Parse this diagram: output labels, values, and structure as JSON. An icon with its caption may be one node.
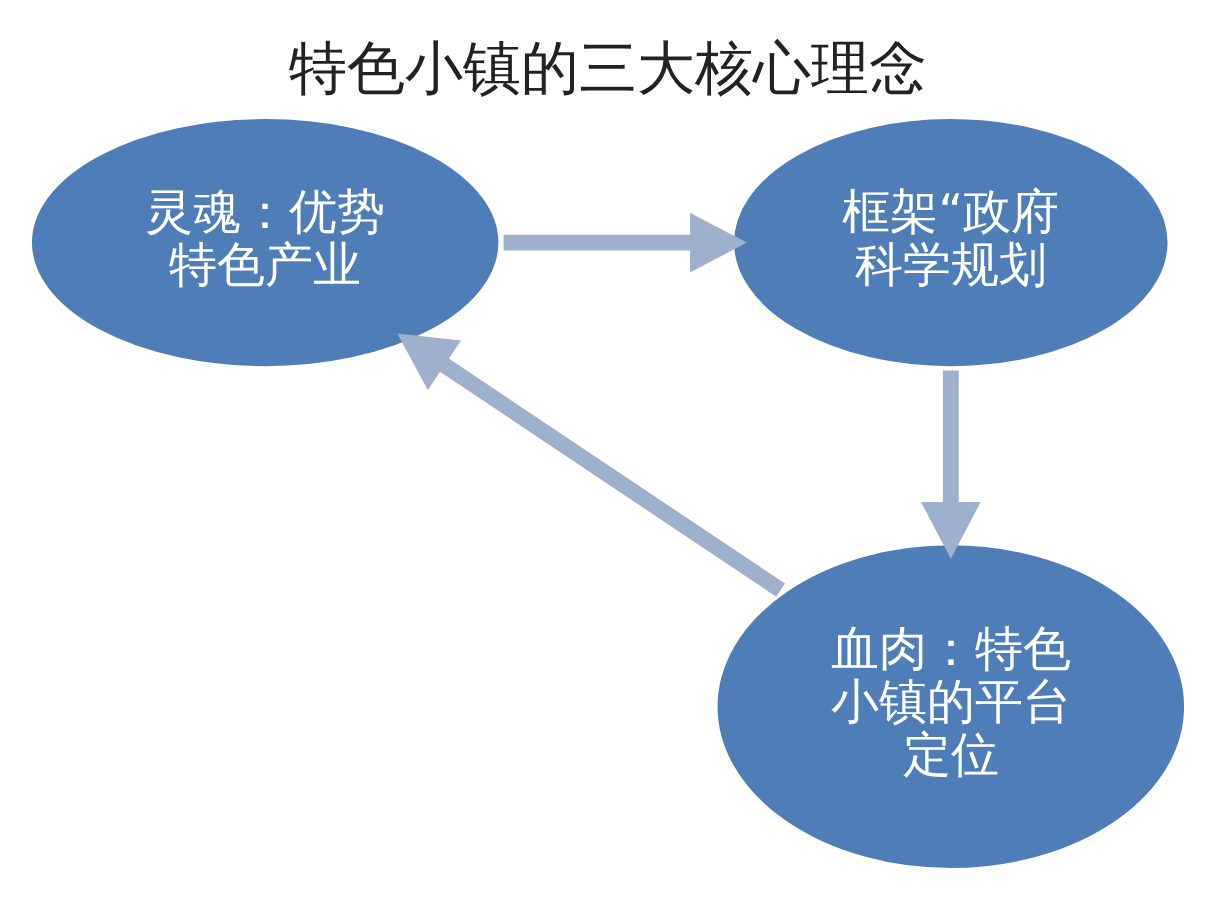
{
  "diagram": {
    "title": "特色小镇的三大核心理念",
    "nodes": [
      {
        "text": [
          "灵魂：优势特色产业"
        ]
      },
      {
        "text": [
          "框架“政府科学规划"
        ]
      },
      {
        "text": [
          "血肉：特色小镇的平台定位"
        ]
      }
    ],
    "edges": [
      {
        "from": 0,
        "to": 1,
        "arrow": "to"
      },
      {
        "from": 1,
        "to": 2,
        "arrow": "to"
      },
      {
        "from": 2,
        "to": 0,
        "arrow": "to"
      }
    ]
  }
}
